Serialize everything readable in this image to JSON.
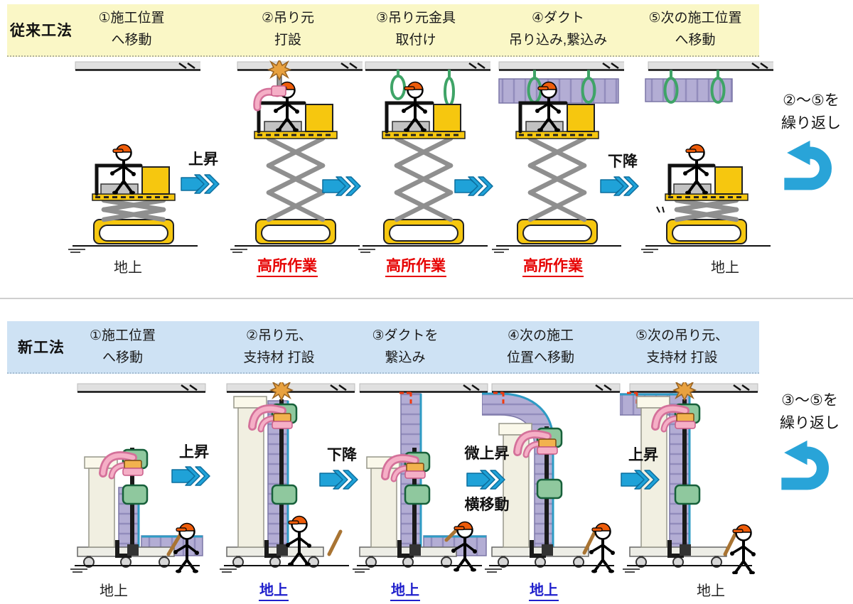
{
  "top": {
    "method_label": "従来工法",
    "steps": [
      {
        "l1": "①施工位置",
        "l2": "へ移動"
      },
      {
        "l1": "②吊り元",
        "l2": "打設"
      },
      {
        "l1": "③吊り元金具",
        "l2": "取付け"
      },
      {
        "l1": "④ダクト",
        "l2": "吊り込み,繋込み"
      },
      {
        "l1": "⑤次の施工位置",
        "l2": "へ移動"
      }
    ],
    "arrows": [
      "上昇",
      "",
      "",
      "下降"
    ],
    "ground": [
      "地上",
      "高所作業",
      "高所作業",
      "高所作業",
      "地上"
    ],
    "repeat": {
      "l1": "②〜⑤を",
      "l2": "繰り返し"
    }
  },
  "bottom": {
    "method_label": "新工法",
    "steps": [
      {
        "l1": "①施工位置",
        "l2": "へ移動"
      },
      {
        "l1": "②吊り元、",
        "l2": "支持材 打設"
      },
      {
        "l1": "③ダクトを",
        "l2": "繋込み"
      },
      {
        "l1": "④次の施工",
        "l2": "位置へ移動"
      },
      {
        "l1": "⑤次の吊り元、",
        "l2": "支持材 打設"
      }
    ],
    "arrows_top": [
      "上昇",
      "下降",
      "微上昇",
      "上昇"
    ],
    "arrows_bottom": [
      "",
      "",
      "横移動",
      ""
    ],
    "ground": [
      "地上",
      "地上",
      "地上",
      "地上",
      "地上"
    ],
    "repeat": {
      "l1": "③〜⑤を",
      "l2": "繰り返し"
    }
  },
  "icons": {
    "advance_arrow": "triple-chevron-right",
    "repeat_arrow": "u-turn-left"
  },
  "colors": {
    "conventional_band": "#FAF7C6",
    "new_band": "#CEE2F4",
    "arrow_blue": "#1FA2D8",
    "alert_red": "#E60000",
    "ground_blue": "#2020CC",
    "duct_lavender": "#B3ADD4",
    "fitting_green": "#3FA467"
  }
}
